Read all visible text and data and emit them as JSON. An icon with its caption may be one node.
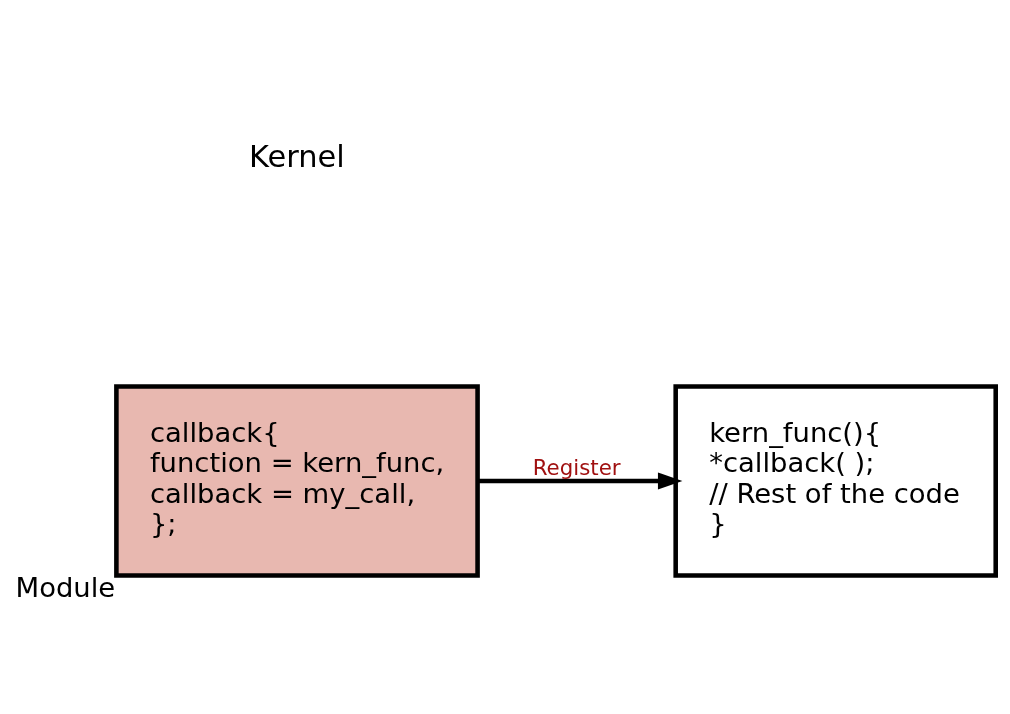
{
  "diagram": {
    "nodes": [
      {
        "text": [
          "kern_func(){",
          "*callback( );",
          "// Rest of the code",
          "}"
        ]
      },
      {
        "text": [
          "callback{",
          "function = kern_func,",
          "callback = my_call,",
          "};"
        ],
        "beside": [
          "Module"
        ]
      }
    ],
    "edges": [
      {
        "from": 1,
        "to": 0,
        "arrow": "to",
        "label": "Register"
      }
    ],
    "labels": [
      "Kernel"
    ]
  }
}
